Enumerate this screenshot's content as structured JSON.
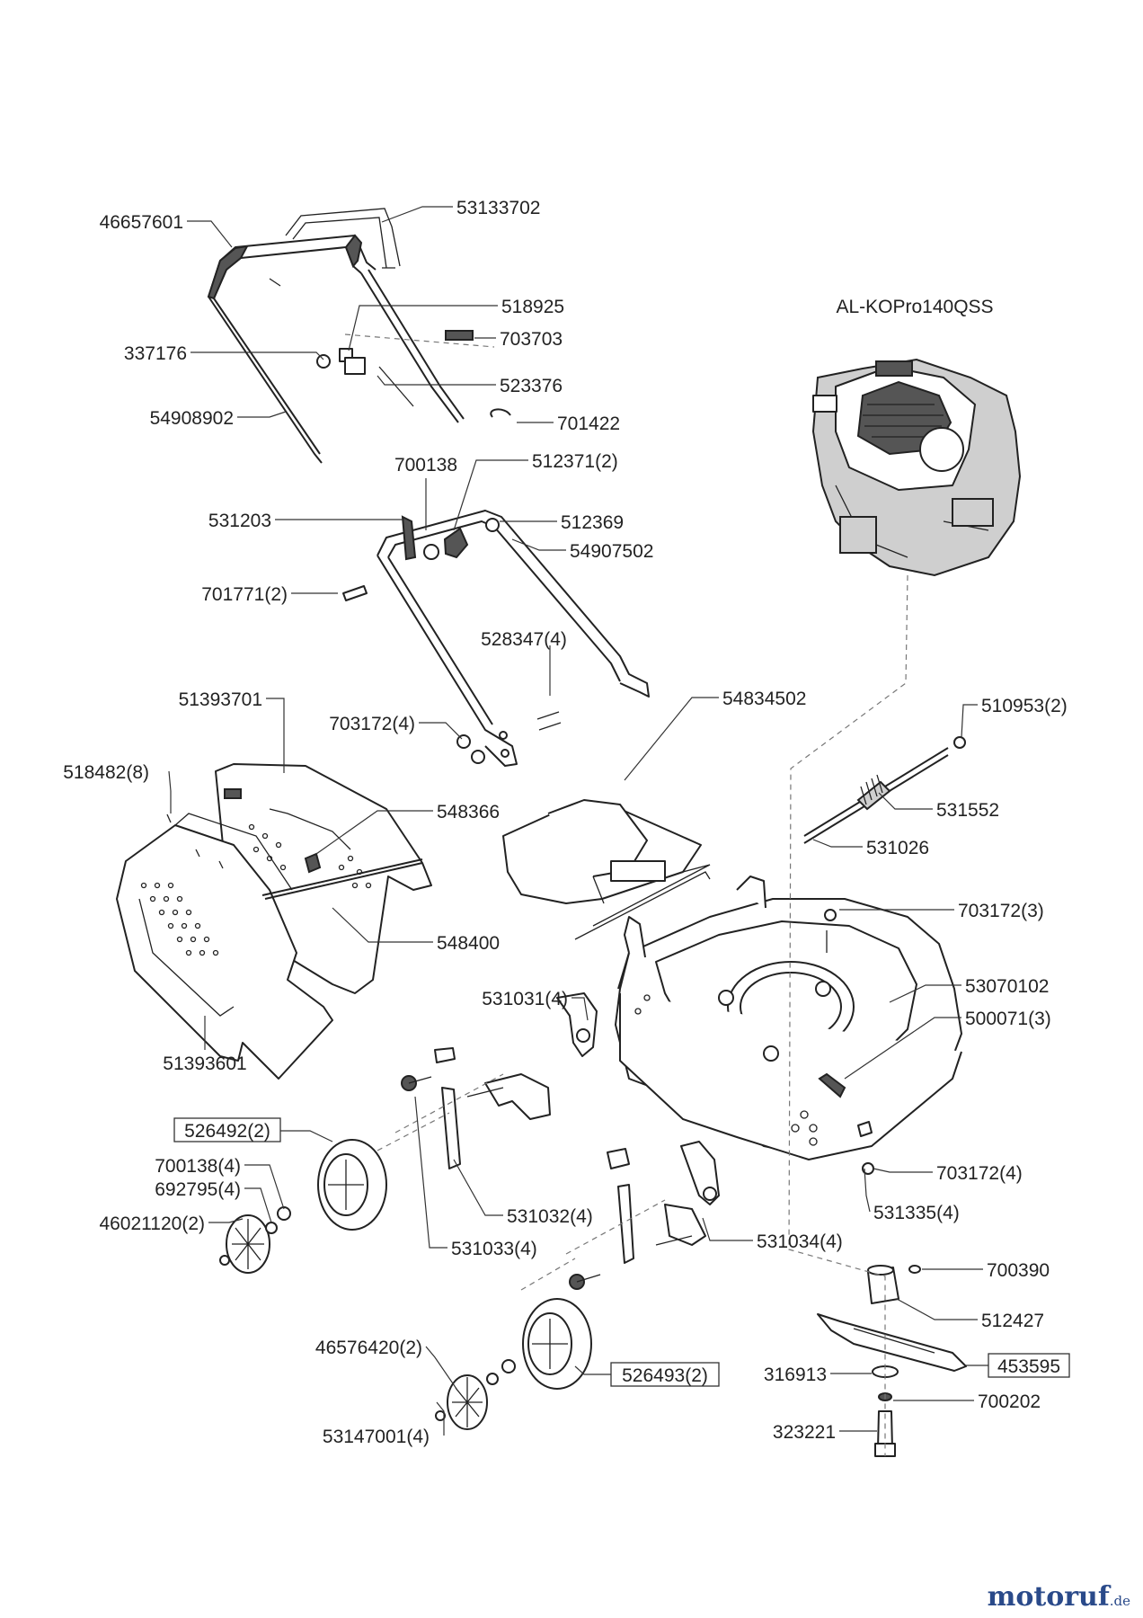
{
  "diagram": {
    "labels": {
      "p46657601": "46657601",
      "p53133702": "53133702",
      "p518925": "518925",
      "p337176": "337176",
      "p703703": "703703",
      "p523376": "523376",
      "p54908902": "54908902",
      "p701422": "701422",
      "p700138": "700138",
      "p512371": "512371(2)",
      "p531203": "531203",
      "p512369": "512369",
      "p54907502": "54907502",
      "p701771": "701771(2)",
      "p528347": "528347(4)",
      "p51393701": "51393701",
      "p703172_4a": "703172(4)",
      "p518482": "518482(8)",
      "p548366": "548366",
      "p548400": "548400",
      "p51393601": "51393601",
      "p54834502": "54834502",
      "engine": "AL-KOPro140QSS",
      "p510953": "510953(2)",
      "p531552": "531552",
      "p531026": "531026",
      "p703172_3": "703172(3)",
      "p53070102": "53070102",
      "p500071": "500071(3)",
      "p531031": "531031(4)",
      "p526492": "526492(2)",
      "p700138_4": "700138(4)",
      "p692795": "692795(4)",
      "p46021120": "46021120(2)",
      "p531032": "531032(4)",
      "p531033": "531033(4)",
      "p703172_4b": "703172(4)",
      "p531335": "531335(4)",
      "p531034": "531034(4)",
      "p700390": "700390",
      "p512427": "512427",
      "p46576420": "46576420(2)",
      "p526493": "526493(2)",
      "p316913": "316913",
      "p453595": "453595",
      "p700202": "700202",
      "p323221": "323221",
      "p53147001": "53147001(4)"
    }
  },
  "watermark": {
    "text": "motoruf",
    "suffix": ".de"
  }
}
